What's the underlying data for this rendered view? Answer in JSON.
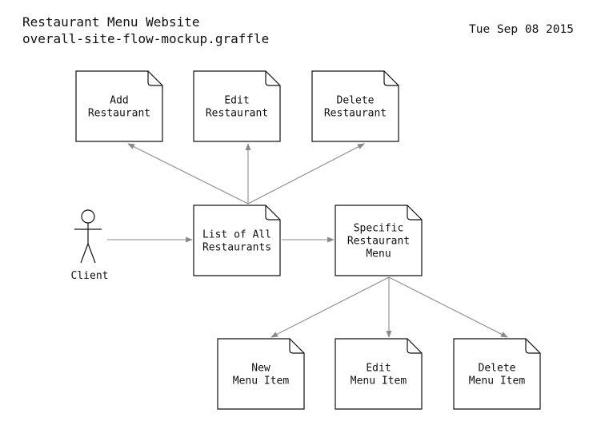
{
  "header": {
    "title": "Restaurant Menu Website",
    "subtitle": "overall-site-flow-mockup.graffle",
    "date": "Tue Sep 08 2015"
  },
  "colors": {
    "stroke": "#111111",
    "edge": "#8a8a8a",
    "background": "#ffffff"
  },
  "actor": {
    "label": "Client",
    "icon": "stick-figure-icon"
  },
  "pages": {
    "add_restaurant": [
      "Add",
      "Restaurant"
    ],
    "edit_restaurant": [
      "Edit",
      "Restaurant"
    ],
    "delete_restaurant": [
      "Delete",
      "Restaurant"
    ],
    "list_restaurants": [
      "List of All",
      "Restaurants"
    ],
    "specific_menu": [
      "Specific",
      "Restaurant",
      "Menu"
    ],
    "new_item": [
      "New",
      "Menu Item"
    ],
    "edit_item": [
      "Edit",
      "Menu Item"
    ],
    "delete_item": [
      "Delete",
      "Menu Item"
    ]
  },
  "edges": [
    {
      "from": "actor",
      "to": "list_restaurants"
    },
    {
      "from": "list_restaurants",
      "to": "add_restaurant"
    },
    {
      "from": "list_restaurants",
      "to": "edit_restaurant"
    },
    {
      "from": "list_restaurants",
      "to": "delete_restaurant"
    },
    {
      "from": "list_restaurants",
      "to": "specific_menu"
    },
    {
      "from": "specific_menu",
      "to": "new_item"
    },
    {
      "from": "specific_menu",
      "to": "edit_item"
    },
    {
      "from": "specific_menu",
      "to": "delete_item"
    }
  ]
}
